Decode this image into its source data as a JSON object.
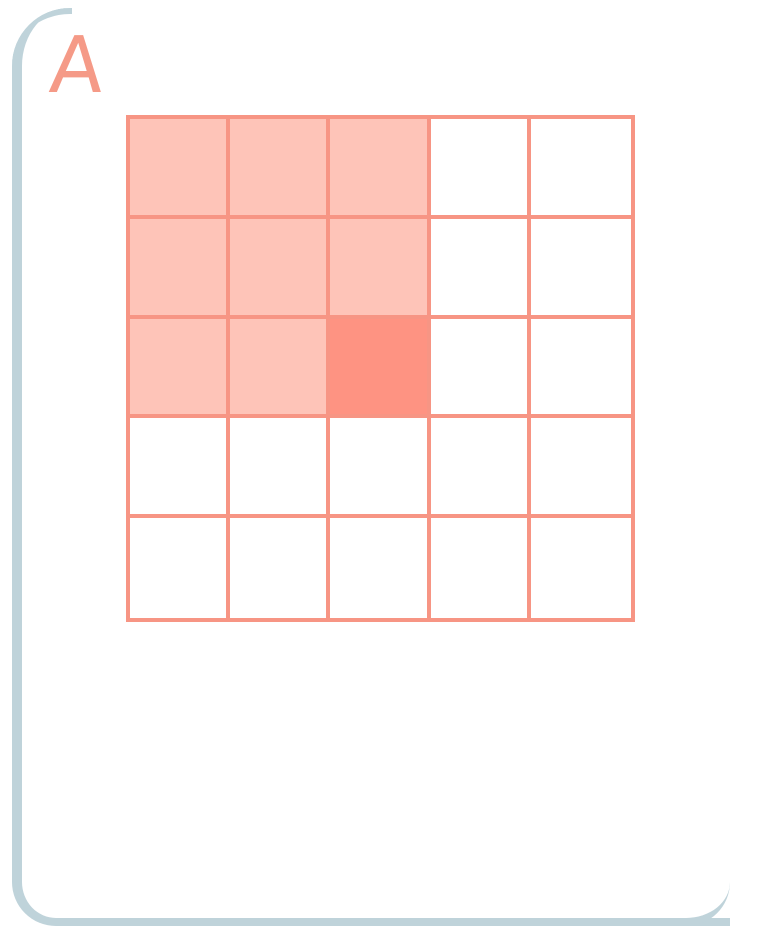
{
  "card": {
    "label": "A"
  },
  "grid": {
    "rows": 5,
    "columns": 5,
    "selection": {
      "rows": 3,
      "columns": 3
    },
    "highlighted_cell": {
      "row": 3,
      "column": 3
    }
  },
  "colors": {
    "card_border": "#bfd3da",
    "grid_line": "#f79584",
    "covered_fill": "#fec4b8",
    "highlighted_fill": "#fe9382",
    "empty_fill": "#ffffff",
    "label": "#f59a87"
  }
}
